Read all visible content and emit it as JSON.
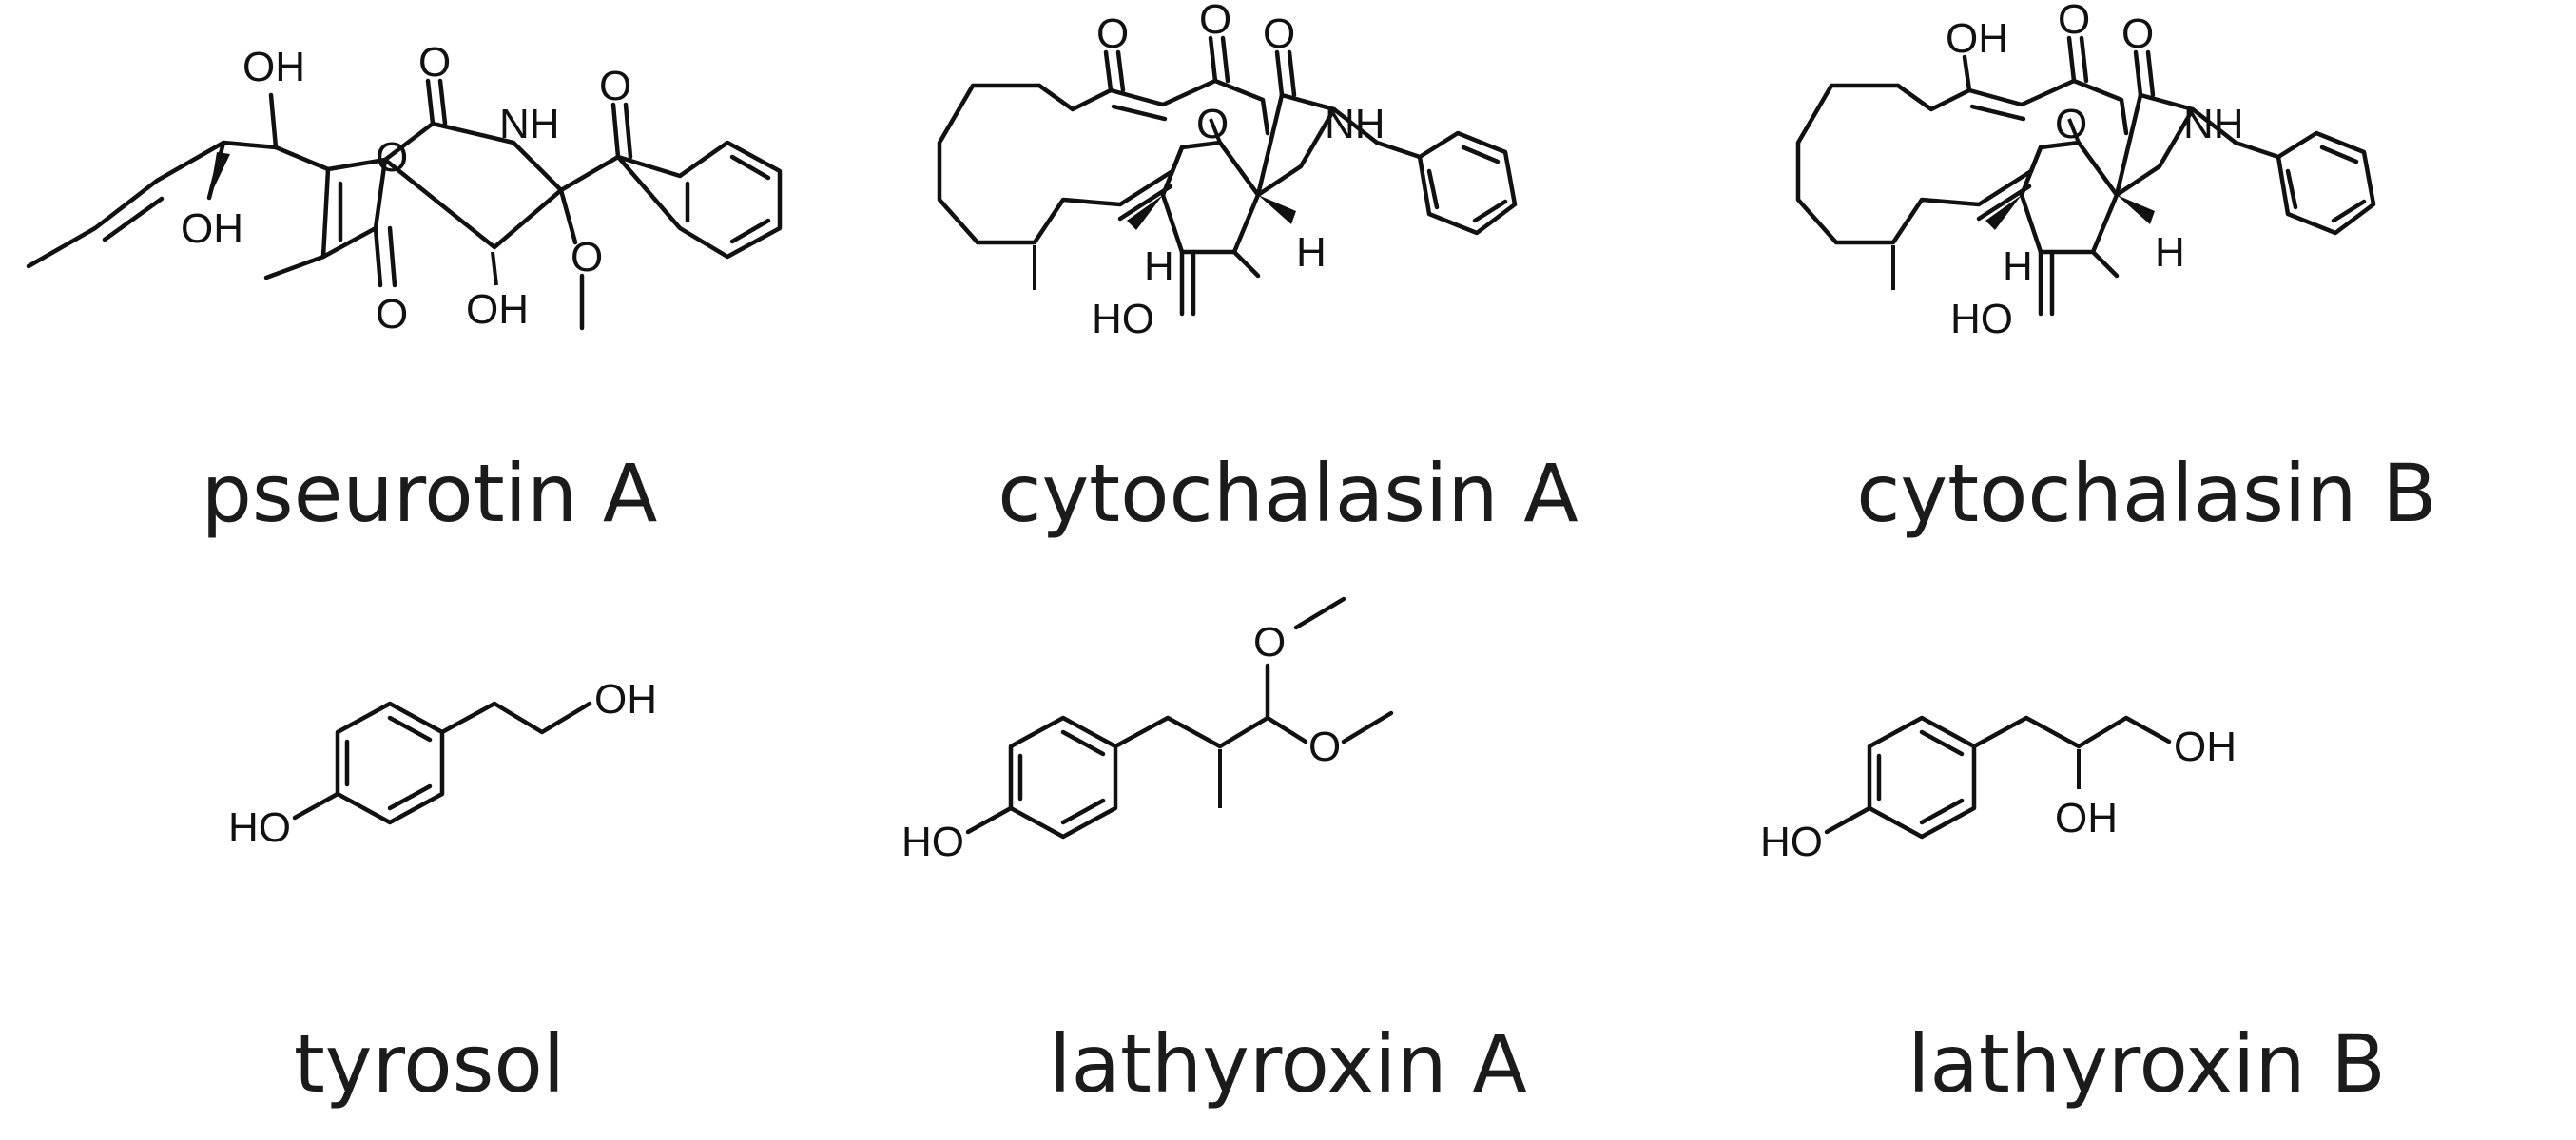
{
  "compounds": [
    {
      "name": "pseurotin A",
      "atom_labels": [
        "OH",
        "OH",
        "O",
        "O",
        "NH",
        "O",
        "O",
        "OH",
        "O"
      ]
    },
    {
      "name": "cytochalasin A",
      "atom_labels": [
        "O",
        "O",
        "O",
        "O",
        "NH",
        "H",
        "H",
        "HO"
      ]
    },
    {
      "name": "cytochalasin B",
      "atom_labels": [
        "OH",
        "O",
        "O",
        "O",
        "NH",
        "H",
        "H",
        "HO"
      ]
    },
    {
      "name": "tyrosol",
      "atom_labels": [
        "OH",
        "HO"
      ]
    },
    {
      "name": "lathyroxin A",
      "atom_labels": [
        "O",
        "O",
        "HO"
      ]
    },
    {
      "name": "lathyroxin B",
      "atom_labels": [
        "OH",
        "OH",
        "HO"
      ]
    }
  ]
}
